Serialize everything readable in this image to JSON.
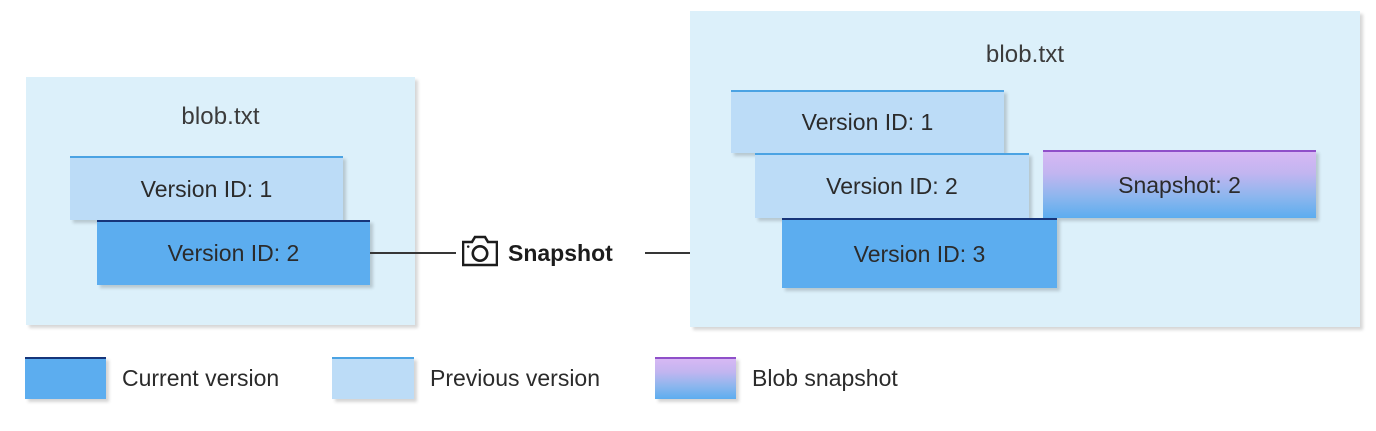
{
  "diagram": {
    "title_before": "blob.txt",
    "title_after": "blob.txt",
    "transition": {
      "label": "Snapshot",
      "icon": "camera-icon"
    },
    "before": {
      "container_label": "blob.txt",
      "boxes": [
        {
          "label": "Version ID: 1",
          "kind": "previous"
        },
        {
          "label": "Version ID: 2",
          "kind": "current"
        }
      ]
    },
    "after": {
      "container_label": "blob.txt",
      "boxes": [
        {
          "label": "Version ID: 1",
          "kind": "previous"
        },
        {
          "label": "Version ID: 2",
          "kind": "previous"
        },
        {
          "label": "Version ID: 3",
          "kind": "current"
        },
        {
          "label": "Snapshot: 2",
          "kind": "snapshot"
        }
      ]
    }
  },
  "legend": {
    "items": [
      {
        "label": "Current version",
        "kind": "current",
        "color": "#5cadef"
      },
      {
        "label": "Previous version",
        "kind": "previous",
        "color": "#bcdcf7"
      },
      {
        "label": "Blob snapshot",
        "kind": "snapshot",
        "color": "#c2a3ee"
      }
    ]
  },
  "colors": {
    "container_background": "#dcf0fa",
    "current_version": "#5cadef",
    "previous_version": "#bcdcf7",
    "snapshot_top": "#d7b8f4",
    "snapshot_bottom": "#5cadef",
    "connector": "#363636",
    "text": "#2b2b2b"
  }
}
